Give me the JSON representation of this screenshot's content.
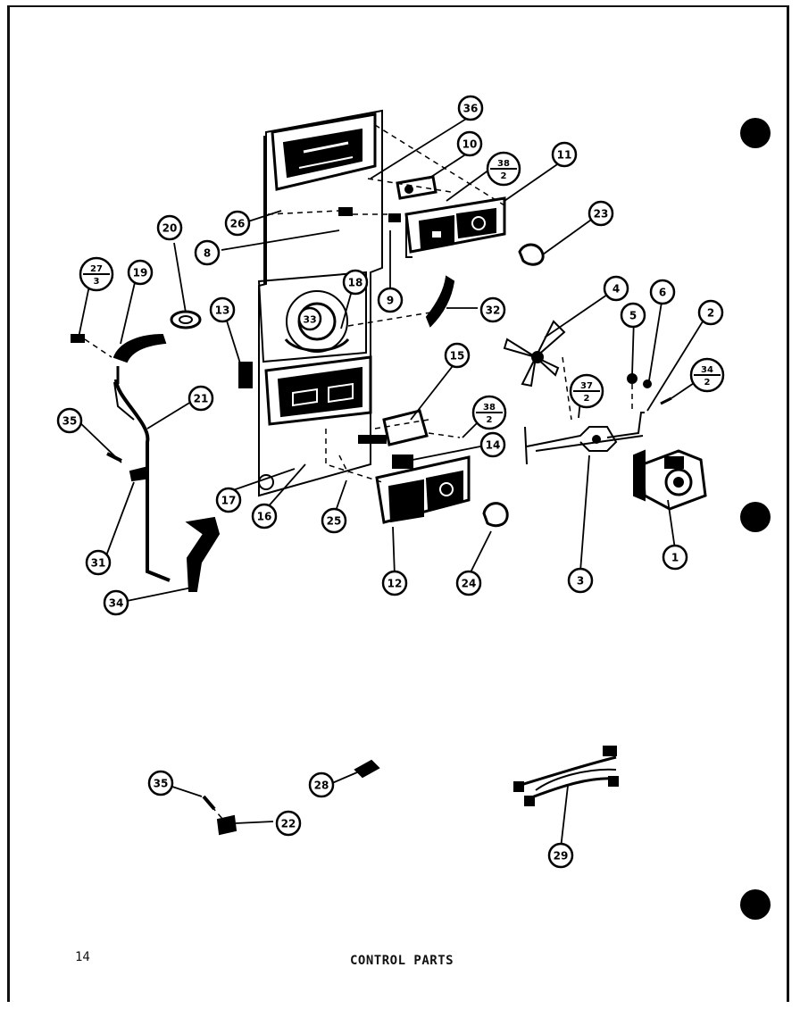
{
  "footer": {
    "page_number": "14",
    "title": "CONTROL PARTS"
  },
  "callouts": [
    {
      "id": "c36a",
      "label": "36"
    },
    {
      "id": "c10",
      "label": "10"
    },
    {
      "id": "c38a",
      "num": "38",
      "den": "2"
    },
    {
      "id": "c11",
      "label": "11"
    },
    {
      "id": "c26a",
      "label": "26"
    },
    {
      "id": "c8a",
      "label": "8"
    },
    {
      "id": "c23",
      "label": "23"
    },
    {
      "id": "c20",
      "label": "20"
    },
    {
      "id": "c27",
      "num": "27",
      "den": "3"
    },
    {
      "id": "c19",
      "label": "19"
    },
    {
      "id": "c18",
      "label": "18"
    },
    {
      "id": "c9",
      "label": "9"
    },
    {
      "id": "c32",
      "label": "32"
    },
    {
      "id": "c13",
      "label": "13"
    },
    {
      "id": "c33",
      "label": "33"
    },
    {
      "id": "c4",
      "label": "4"
    },
    {
      "id": "c6a",
      "label": "6"
    },
    {
      "id": "c5",
      "label": "5"
    },
    {
      "id": "c2",
      "label": "2"
    },
    {
      "id": "c34b",
      "num": "34",
      "den": "2"
    },
    {
      "id": "c15",
      "label": "15"
    },
    {
      "id": "c37",
      "num": "37",
      "den": "2"
    },
    {
      "id": "c21",
      "label": "21"
    },
    {
      "id": "c35a",
      "label": "35"
    },
    {
      "id": "c38b",
      "num": "38",
      "den": "2"
    },
    {
      "id": "c14",
      "label": "14"
    },
    {
      "id": "c17",
      "label": "17"
    },
    {
      "id": "c16",
      "label": "16"
    },
    {
      "id": "c25",
      "label": "25"
    },
    {
      "id": "c31",
      "label": "31"
    },
    {
      "id": "c24",
      "label": "24"
    },
    {
      "id": "c12",
      "label": "12"
    },
    {
      "id": "c3",
      "label": "3"
    },
    {
      "id": "c1",
      "label": "1"
    },
    {
      "id": "c34a",
      "label": "34"
    },
    {
      "id": "c35b",
      "label": "35"
    },
    {
      "id": "c28",
      "label": "28"
    },
    {
      "id": "c22",
      "label": "22"
    },
    {
      "id": "c29",
      "label": "29"
    }
  ]
}
